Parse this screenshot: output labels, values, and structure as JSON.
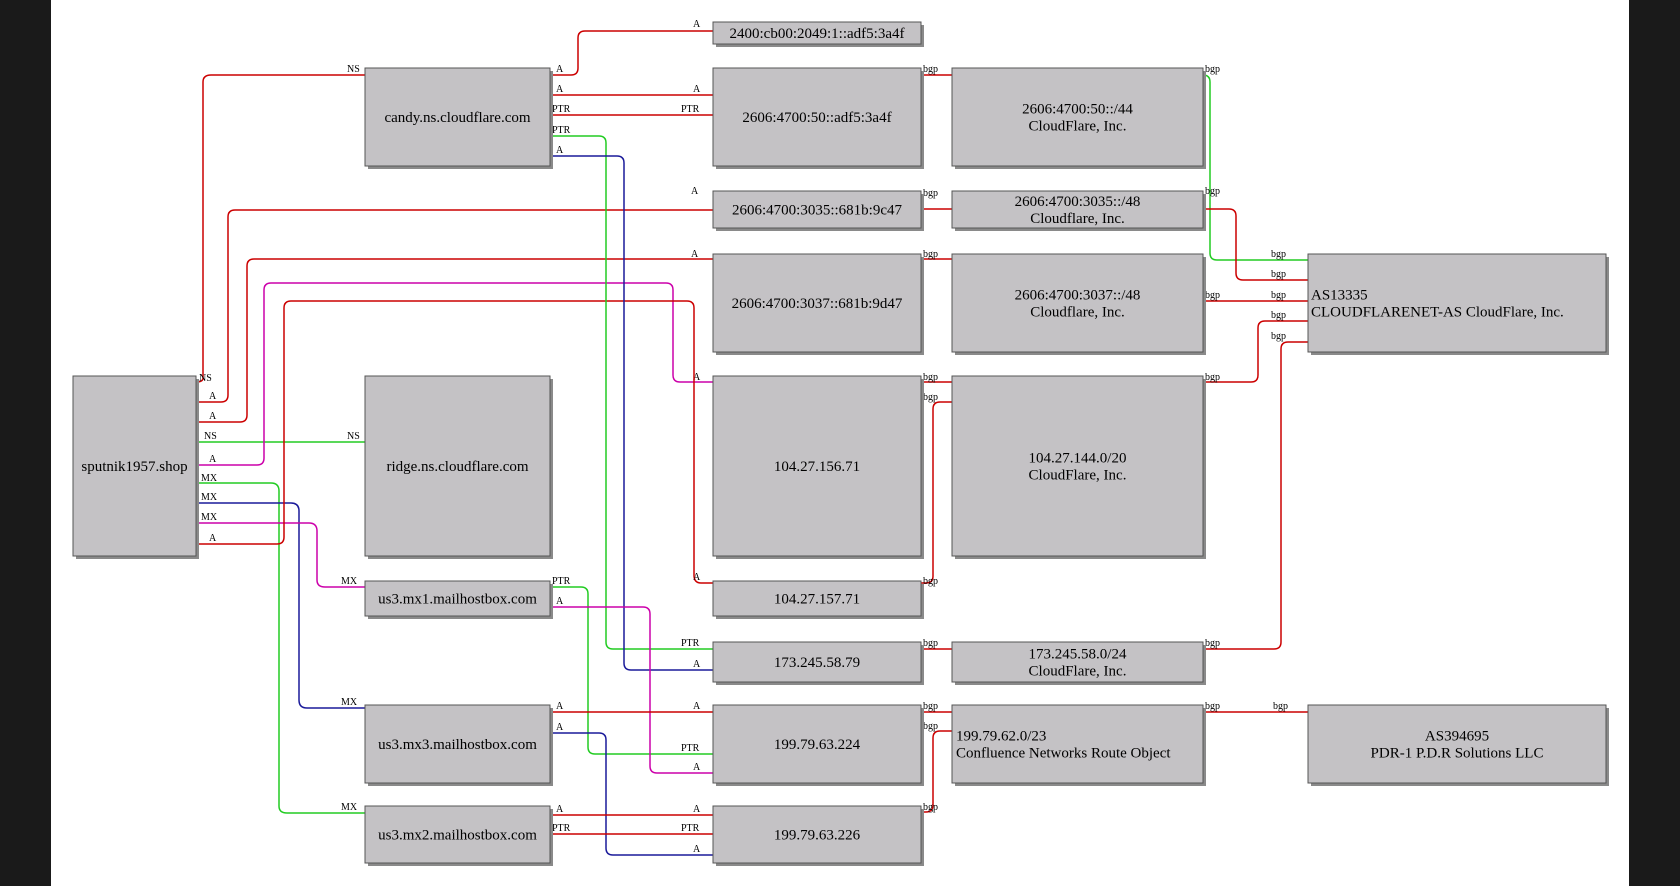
{
  "colors": {
    "A": "#cc0000",
    "NS": "#cc0000",
    "bgp": "#cc0000",
    "green": "#22cc22",
    "blue": "#1a1a9a",
    "magenta": "#cc00aa",
    "node_fill": "#c4c2c5"
  },
  "nodes": [
    {
      "id": "sputnik",
      "lines": [
        "sputnik1957.shop"
      ]
    },
    {
      "id": "candy",
      "lines": [
        "candy.ns.cloudflare.com"
      ]
    },
    {
      "id": "ridge",
      "lines": [
        "ridge.ns.cloudflare.com"
      ]
    },
    {
      "id": "mx1",
      "lines": [
        "us3.mx1.mailhostbox.com"
      ]
    },
    {
      "id": "mx3",
      "lines": [
        "us3.mx3.mailhostbox.com"
      ]
    },
    {
      "id": "mx2",
      "lines": [
        "us3.mx2.mailhostbox.com"
      ]
    },
    {
      "id": "ip2400",
      "lines": [
        "2400:cb00:2049:1::adf5:3a4f"
      ]
    },
    {
      "id": "ip2606_50",
      "lines": [
        "2606:4700:50::adf5:3a4f"
      ]
    },
    {
      "id": "ip3035",
      "lines": [
        "2606:4700:3035::681b:9c47"
      ]
    },
    {
      "id": "ip3037",
      "lines": [
        "2606:4700:3037::681b:9d47"
      ]
    },
    {
      "id": "ip156",
      "lines": [
        "104.27.156.71"
      ]
    },
    {
      "id": "ip157",
      "lines": [
        "104.27.157.71"
      ]
    },
    {
      "id": "ip173",
      "lines": [
        "173.245.58.79"
      ]
    },
    {
      "id": "ip224",
      "lines": [
        "199.79.63.224"
      ]
    },
    {
      "id": "ip226",
      "lines": [
        "199.79.63.226"
      ]
    },
    {
      "id": "pfx50",
      "lines": [
        "2606:4700:50::/44",
        "CloudFlare, Inc."
      ]
    },
    {
      "id": "pfx3035",
      "lines": [
        "2606:4700:3035::/48",
        "Cloudflare, Inc."
      ]
    },
    {
      "id": "pfx3037",
      "lines": [
        "2606:4700:3037::/48",
        "Cloudflare, Inc."
      ]
    },
    {
      "id": "pfx144",
      "lines": [
        "104.27.144.0/20",
        "CloudFlare, Inc."
      ]
    },
    {
      "id": "pfx173",
      "lines": [
        "173.245.58.0/24",
        "CloudFlare, Inc."
      ]
    },
    {
      "id": "pfx199",
      "lines": [
        "199.79.62.0/23",
        "Confluence Networks Route Object"
      ]
    },
    {
      "id": "as13335",
      "lines": [
        "AS13335",
        "CLOUDFLARENET-AS CloudFlare, Inc."
      ]
    },
    {
      "id": "as394695",
      "lines": [
        "AS394695",
        "PDR-1 P.D.R Solutions LLC"
      ]
    }
  ],
  "edges": [
    {
      "from": "sputnik",
      "to": "candy",
      "label": "NS",
      "color": "red"
    },
    {
      "from": "sputnik",
      "to": "ip3035",
      "label": "A",
      "color": "red"
    },
    {
      "from": "sputnik",
      "to": "ip3037",
      "label": "A",
      "color": "red"
    },
    {
      "from": "sputnik",
      "to": "ridge",
      "label": "NS",
      "color": "green"
    },
    {
      "from": "sputnik",
      "to": "ip156",
      "label": "A",
      "color": "magenta"
    },
    {
      "from": "sputnik",
      "to": "mx2",
      "label": "MX",
      "color": "green"
    },
    {
      "from": "sputnik",
      "to": "mx3",
      "label": "MX",
      "color": "blue"
    },
    {
      "from": "sputnik",
      "to": "mx1",
      "label": "MX",
      "color": "magenta"
    },
    {
      "from": "sputnik",
      "to": "ip157",
      "label": "A",
      "color": "red"
    },
    {
      "from": "candy",
      "to": "ip2400",
      "label": "A",
      "color": "red"
    },
    {
      "from": "candy",
      "to": "ip2606_50",
      "label": "A",
      "color": "red"
    },
    {
      "from": "candy",
      "to": "ip2606_50",
      "label": "PTR",
      "color": "red"
    },
    {
      "from": "candy",
      "to": "ip173",
      "label": "PTR",
      "color": "green"
    },
    {
      "from": "candy",
      "to": "ip173",
      "label": "A",
      "color": "blue"
    },
    {
      "from": "mx1",
      "to": "ip173",
      "label": "PTR",
      "color": "green"
    },
    {
      "from": "mx1",
      "to": "ip224",
      "label": "A",
      "color": "magenta"
    },
    {
      "from": "mx3",
      "to": "ip224",
      "label": "A",
      "color": "red"
    },
    {
      "from": "mx3",
      "to": "ip226",
      "label": "A",
      "color": "blue"
    },
    {
      "from": "mx2",
      "to": "ip226",
      "label": "A",
      "color": "red"
    },
    {
      "from": "mx2",
      "to": "ip226",
      "label": "PTR",
      "color": "red"
    },
    {
      "from": "ip2606_50",
      "to": "pfx50",
      "label": "bgp",
      "color": "red"
    },
    {
      "from": "ip3035",
      "to": "pfx3035",
      "label": "bgp",
      "color": "red"
    },
    {
      "from": "ip3037",
      "to": "pfx3037",
      "label": "bgp",
      "color": "red"
    },
    {
      "from": "ip156",
      "to": "pfx144",
      "label": "bgp",
      "color": "red"
    },
    {
      "from": "ip157",
      "to": "pfx144",
      "label": "bgp",
      "color": "red"
    },
    {
      "from": "ip173",
      "to": "pfx173",
      "label": "bgp",
      "color": "red"
    },
    {
      "from": "ip224",
      "to": "pfx199",
      "label": "bgp",
      "color": "red"
    },
    {
      "from": "ip226",
      "to": "pfx199",
      "label": "bgp",
      "color": "red"
    },
    {
      "from": "pfx50",
      "to": "as13335",
      "label": "bgp",
      "color": "green"
    },
    {
      "from": "pfx3035",
      "to": "as13335",
      "label": "bgp",
      "color": "red"
    },
    {
      "from": "pfx3037",
      "to": "as13335",
      "label": "bgp",
      "color": "red"
    },
    {
      "from": "pfx144",
      "to": "as13335",
      "label": "bgp",
      "color": "red"
    },
    {
      "from": "pfx173",
      "to": "as13335",
      "label": "bgp",
      "color": "red"
    },
    {
      "from": "pfx199",
      "to": "as394695",
      "label": "bgp",
      "color": "red"
    }
  ]
}
